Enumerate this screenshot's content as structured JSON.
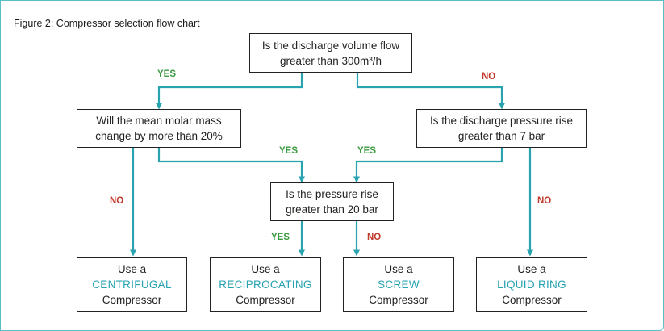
{
  "figure_title": "Figure 2: Compressor selection flow chart",
  "colors": {
    "frame_border": "#5bbfc9",
    "arrow": "#2aa3b1",
    "yes_label": "#3a9a3f",
    "no_label": "#c0392b",
    "compressor_type": "#27a2b0"
  },
  "nodes": {
    "q_volume": {
      "line1": "Is the discharge volume flow",
      "line2": "greater than 300m³/h"
    },
    "q_molar": {
      "line1": "Will the mean molar mass",
      "line2": "change by more than 20%"
    },
    "q_pressure7": {
      "line1": "Is the discharge pressure rise",
      "line2": "greater than 7 bar"
    },
    "q_pressure20": {
      "line1": "Is the pressure rise",
      "line2": "greater than 20 bar"
    }
  },
  "results": [
    {
      "prefix": "Use a",
      "type": "CENTRIFUGAL",
      "suffix": "Compressor"
    },
    {
      "prefix": "Use a",
      "type": "RECIPROCATING",
      "suffix": "Compressor"
    },
    {
      "prefix": "Use a",
      "type": "SCREW",
      "suffix": "Compressor"
    },
    {
      "prefix": "Use a",
      "type": "LIQUID RING",
      "suffix": "Compressor"
    }
  ],
  "labels": {
    "volume_yes": "YES",
    "volume_no": "NO",
    "molar_yes": "YES",
    "molar_no": "NO",
    "pressure7_yes": "YES",
    "pressure7_no": "NO",
    "pressure20_yes": "YES",
    "pressure20_no": "NO"
  }
}
